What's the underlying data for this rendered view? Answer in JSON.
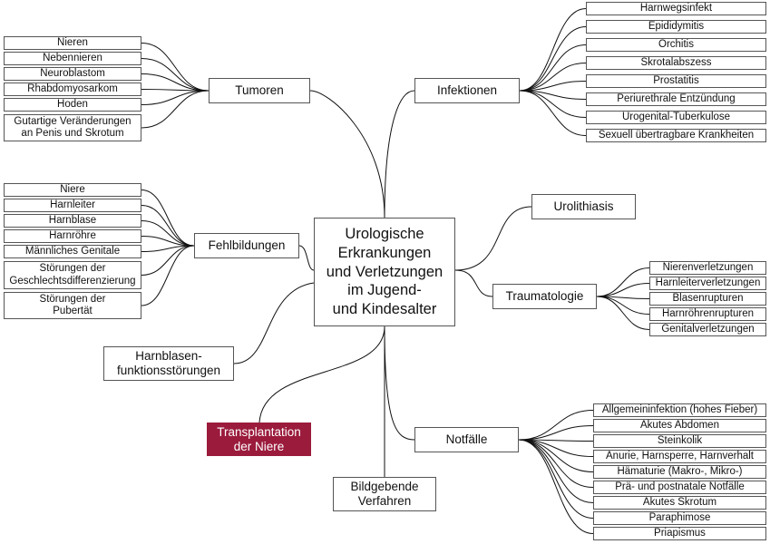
{
  "center": {
    "label": "Urologische\nErkrankungen\nund Verletzungen\nim Jugend-\nund Kindesalter"
  },
  "tumoren": {
    "label": "Tumoren",
    "items": [
      "Nieren",
      "Nebennieren",
      "Neuroblastom",
      "Rhabdomyosarkom",
      "Hoden",
      "Gutartige Veränderungen\nan Penis und Skrotum"
    ]
  },
  "fehlbildungen": {
    "label": "Fehlbildungen",
    "items": [
      "Niere",
      "Harnleiter",
      "Harnblase",
      "Harnröhre",
      "Männliches Genitale",
      "Störungen der\nGeschlechtsdifferenzierung",
      "Störungen der\nPubertät"
    ]
  },
  "harnblasen": {
    "label": "Harnblasen-\nfunktionsstörungen"
  },
  "transplantation": {
    "label": "Transplantation\nder Niere",
    "color": "#9b1b3c"
  },
  "bildgebende": {
    "label": "Bildgebende\nVerfahren"
  },
  "infektionen": {
    "label": "Infektionen",
    "items": [
      "Harnwegsinfekt",
      "Epididymitis",
      "Orchitis",
      "Skrotalabszess",
      "Prostatitis",
      "Periurethrale Entzündung",
      "Urogenital-Tuberkulose",
      "Sexuell übertragbare Krankheiten"
    ]
  },
  "urolithiasis": {
    "label": "Urolithiasis"
  },
  "traumatologie": {
    "label": "Traumatologie",
    "items": [
      "Nierenverletzungen",
      "Harnleiterverletzungen",
      "Blasenrupturen",
      "Harnröhrenrupturen",
      "Genitalverletzungen"
    ]
  },
  "notfaelle": {
    "label": "Notfälle",
    "items": [
      "Allgemeininfektion (hohes Fieber)",
      "Akutes Abdomen",
      "Steinkolik",
      "Anurie, Harnsperre, Harnverhalt",
      "Hämaturie (Makro-, Mikro-)",
      "Prä- und postnatale Notfälle",
      "Akutes Skrotum",
      "Paraphimose",
      "Priapismus"
    ]
  }
}
